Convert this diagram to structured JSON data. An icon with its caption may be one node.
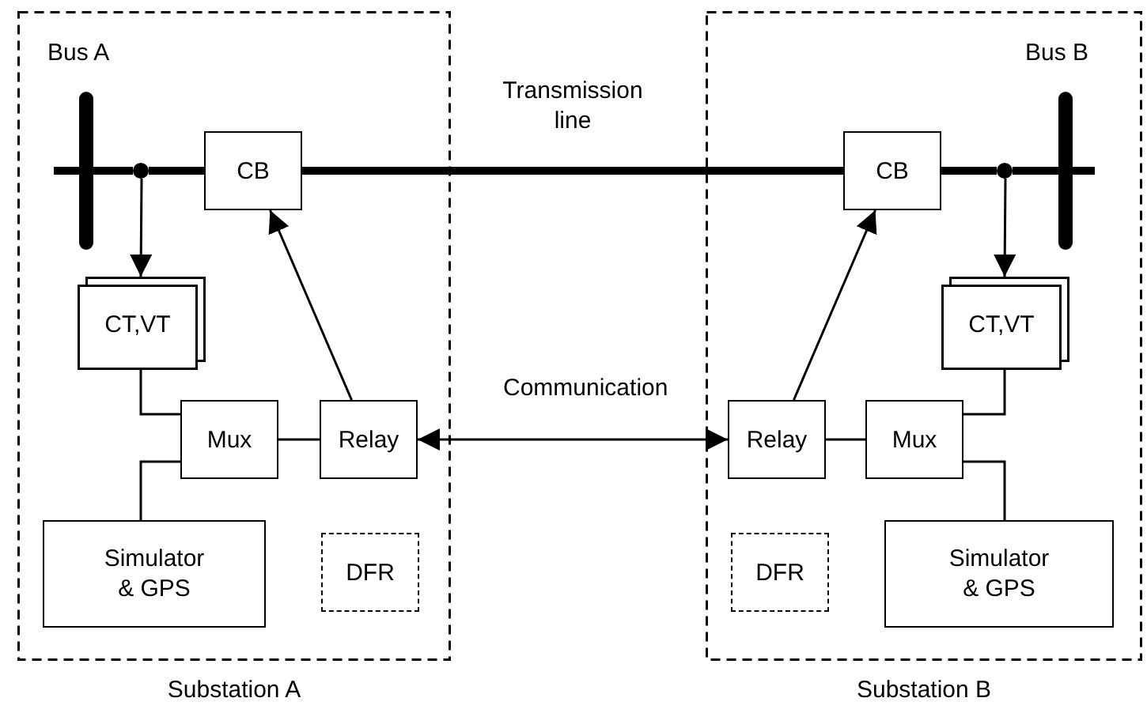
{
  "diagram": {
    "nodes": [
      {
        "text": [
          "Substation A"
        ]
      },
      {
        "text": [
          "Bus A"
        ],
        "in": 0
      },
      {
        "text": [],
        "shape": "circle",
        "in": 0
      },
      {
        "text": [
          "CB"
        ],
        "in": 0
      },
      {
        "text": [
          "CT,VT"
        ],
        "in": 0
      },
      {
        "text": [
          "Mux"
        ],
        "in": 0
      },
      {
        "text": [
          "Relay"
        ],
        "in": 0
      },
      {
        "text": [
          "Simulator & GPS"
        ],
        "in": 0
      },
      {
        "text": [
          "DFR"
        ],
        "in": 0
      },
      {
        "text": [
          "Substation B"
        ]
      },
      {
        "text": [
          "Bus B"
        ],
        "in": 9
      },
      {
        "text": [],
        "shape": "circle",
        "in": 9
      },
      {
        "text": [
          "CB"
        ],
        "in": 9
      },
      {
        "text": [
          "CT,VT"
        ],
        "in": 9
      },
      {
        "text": [
          "Relay"
        ],
        "in": 9
      },
      {
        "text": [
          "Mux"
        ],
        "in": 9
      },
      {
        "text": [
          "Simulator & GPS"
        ],
        "in": 9
      },
      {
        "text": [
          "DFR"
        ],
        "in": 9
      }
    ],
    "edges": [
      {
        "from": 1,
        "to": 2,
        "arrow": "none",
        "style": "thick"
      },
      {
        "from": 2,
        "to": 3,
        "arrow": "none",
        "style": "thick"
      },
      {
        "from": 3,
        "to": 12,
        "arrow": "none",
        "style": "thick",
        "label": "Transmission line"
      },
      {
        "from": 12,
        "to": 11,
        "arrow": "none",
        "style": "thick"
      },
      {
        "from": 11,
        "to": 10,
        "arrow": "none",
        "style": "thick"
      },
      {
        "from": 2,
        "to": 4,
        "arrow": "to"
      },
      {
        "from": 4,
        "to": 5,
        "arrow": "none"
      },
      {
        "from": 5,
        "to": 7,
        "arrow": "none"
      },
      {
        "from": 5,
        "to": 6,
        "arrow": "none"
      },
      {
        "from": 6,
        "to": 3,
        "arrow": "to"
      },
      {
        "from": 6,
        "to": 14,
        "arrow": "both",
        "label": "Communication"
      },
      {
        "from": 11,
        "to": 13,
        "arrow": "to"
      },
      {
        "from": 13,
        "to": 15,
        "arrow": "none"
      },
      {
        "from": 15,
        "to": 16,
        "arrow": "none"
      },
      {
        "from": 14,
        "to": 15,
        "arrow": "none"
      },
      {
        "from": 14,
        "to": 12,
        "arrow": "to"
      }
    ]
  }
}
